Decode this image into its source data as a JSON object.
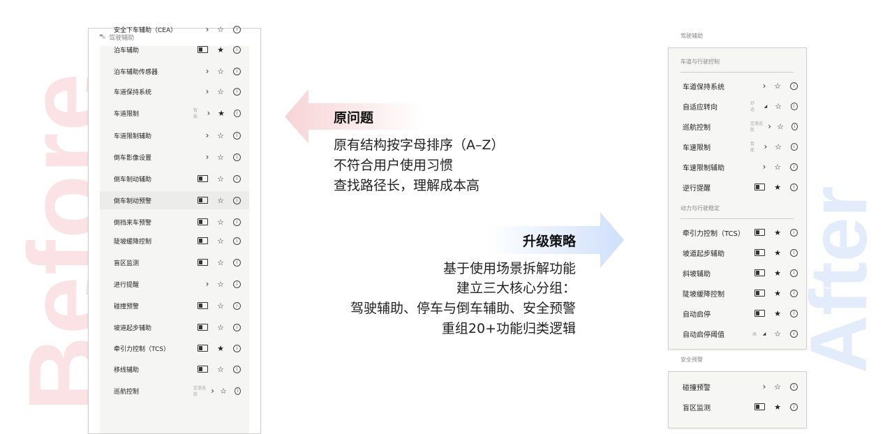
{
  "watermarks": {
    "before": "Before",
    "after": "After"
  },
  "before": {
    "title": "驾驶辅助",
    "icon": "car-icon",
    "rows": [
      {
        "label": "安全下车辅助（CEA）",
        "control": "chevron",
        "starred": false
      },
      {
        "label": "泊车辅助",
        "control": "toggle",
        "starred": true
      },
      {
        "label": "泊车辅助传感器",
        "control": "chevron",
        "starred": false
      },
      {
        "label": "车道保持系统",
        "control": "chevron",
        "starred": false
      },
      {
        "label": "车道限制",
        "control": "chevron",
        "value": "智能",
        "starred": true
      },
      {
        "label": "车道限制辅助",
        "control": "chevron",
        "starred": false
      },
      {
        "label": "倒车影像设置",
        "control": "chevron",
        "starred": false
      },
      {
        "label": "倒车制动辅助",
        "control": "toggle",
        "starred": false
      },
      {
        "label": "倒车制动预警",
        "control": "toggle",
        "starred": false,
        "highlighted": true
      },
      {
        "label": "倒挡来车预警",
        "control": "toggle",
        "starred": false
      },
      {
        "label": "陡坡缓降控制",
        "control": "toggle",
        "starred": false
      },
      {
        "label": "盲区监测",
        "control": "toggle",
        "starred": false
      },
      {
        "label": "进行提醒",
        "control": "chevron",
        "starred": false
      },
      {
        "label": "碰撞预警",
        "control": "toggle",
        "starred": false
      },
      {
        "label": "坡道起步辅助",
        "control": "toggle",
        "starred": false
      },
      {
        "label": "牵引力控制（TCS）",
        "control": "toggle",
        "starred": true
      },
      {
        "label": "移线辅助",
        "control": "toggle",
        "starred": false
      },
      {
        "label": "巡航控制",
        "control": "chevron",
        "value": "定速巡航",
        "starred": false
      }
    ]
  },
  "problem": {
    "title": "原问题",
    "lines": [
      "原有结构按字母排序（A–Z）",
      "不符合用户使用习惯",
      "查找路径长，理解成本高"
    ]
  },
  "strategy": {
    "title": "升级策略",
    "lines": [
      "基于使用场景拆解功能",
      "建立三大核心分组：",
      "驾驶辅助、停车与倒车辅助、安全预警",
      "重组20+功能归类逻辑"
    ]
  },
  "after": {
    "group1_label": "驾驶辅助",
    "sections": [
      {
        "title": "车道与行驶控制",
        "rows": [
          {
            "label": "车道保持系统",
            "control": "chevron",
            "starred": false
          },
          {
            "label": "自适应转向",
            "control": "dropdown",
            "value": "舒适",
            "starred": false
          },
          {
            "label": "巡航控制",
            "control": "chevron",
            "value": "定速巡航",
            "starred": false
          },
          {
            "label": "车速限制",
            "control": "chevron",
            "value": "智能",
            "starred": false
          },
          {
            "label": "车速限制辅助",
            "control": "chevron",
            "starred": false
          },
          {
            "label": "逆行提醒",
            "control": "toggle",
            "starred": true
          }
        ]
      },
      {
        "title": "动力与行驶稳定",
        "rows": [
          {
            "label": "牵引力控制（TCS）",
            "control": "toggle",
            "starred": true
          },
          {
            "label": "坡道起步辅助",
            "control": "toggle",
            "starred": true
          },
          {
            "label": "斜坡辅助",
            "control": "toggle",
            "starred": true
          },
          {
            "label": "陡坡缓降控制",
            "control": "toggle",
            "starred": true
          },
          {
            "label": "自动启停",
            "control": "toggle",
            "starred": true
          },
          {
            "label": "自动启停阈值",
            "control": "dropdown",
            "value": "高",
            "starred": false
          }
        ]
      }
    ],
    "group2_label": "安全预警",
    "group2_rows": [
      {
        "label": "碰撞预警",
        "control": "chevron",
        "starred": false
      },
      {
        "label": "盲区监测",
        "control": "toggle",
        "starred": true
      }
    ]
  },
  "colors": {
    "before_watermark": "#fbe3e5",
    "after_watermark": "#e3ecfb",
    "problem_arrow": "#f9dcdc",
    "strategy_arrow": "#d6e4fb"
  }
}
